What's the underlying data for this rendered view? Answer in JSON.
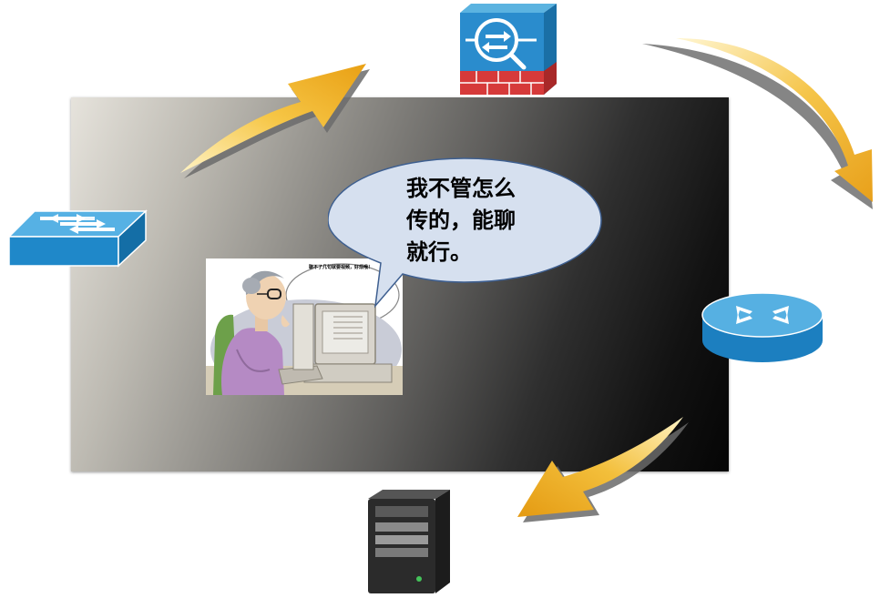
{
  "diagram": {
    "speech_bubble": {
      "lines": [
        "我不管怎么",
        "传的，能聊",
        "就行。"
      ]
    },
    "cartoon": {
      "thought_text": "聊不了几句就要视频，好烦哦！"
    },
    "icons": [
      "switch-icon",
      "firewall-icon",
      "router-icon",
      "server-icon",
      "flow-arrow-icon",
      "woman-at-computer-icon"
    ],
    "colors": {
      "device_blue": "#1f88c9",
      "bubble_fill": "#d6e0ef",
      "arrow_gold": "#f2b424",
      "firewall_red": "#d63a3a"
    }
  }
}
